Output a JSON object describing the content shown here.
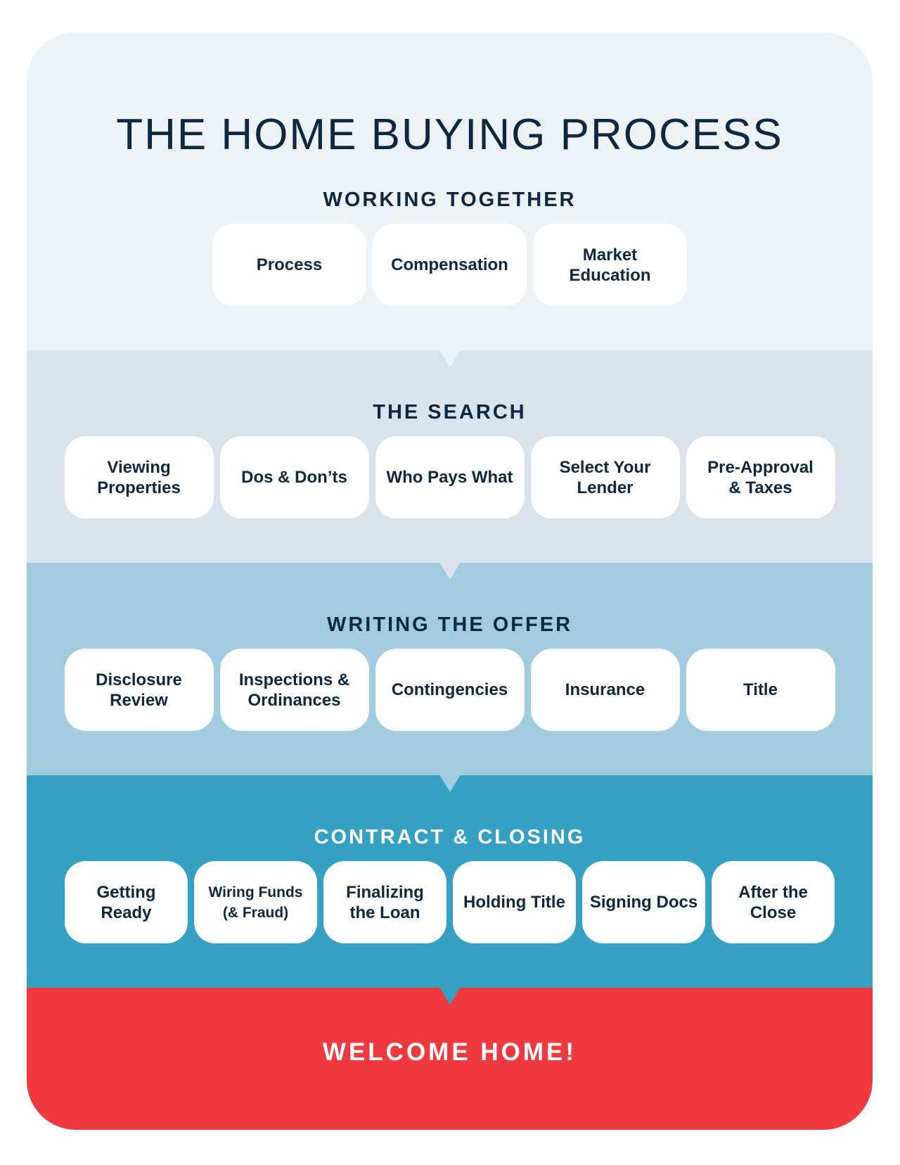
{
  "title": "THE HOME BUYING PROCESS",
  "colors": {
    "section_1": "#edf2f6",
    "section_2": "#dae3ec",
    "section_3": "#a1cbdf",
    "section_4": "#34a1c3",
    "section_5": "#ef393f",
    "dark_text": "#0f2841",
    "white_text": "#ffffff"
  },
  "sections": [
    {
      "title": "WORKING TOGETHER",
      "items": [
        "Process",
        "Compensation",
        "Market\nEducation"
      ]
    },
    {
      "title": "THE SEARCH",
      "items": [
        "Viewing\nProperties",
        "Dos & Don’ts",
        "Who Pays What",
        "Select Your\nLender",
        "Pre-Approval\n& Taxes"
      ]
    },
    {
      "title": "WRITING THE OFFER",
      "items": [
        "Disclosure\nReview",
        "Inspections &\nOrdinances",
        "Contingencies",
        "Insurance",
        "Title"
      ]
    },
    {
      "title": "CONTRACT & CLOSING",
      "items": [
        "Getting\nReady",
        "Wiring Funds\n(& Fraud)",
        "Finalizing\nthe Loan",
        "Holding Title",
        "Signing Docs",
        "After the\nClose"
      ]
    }
  ],
  "final": "WELCOME HOME!"
}
